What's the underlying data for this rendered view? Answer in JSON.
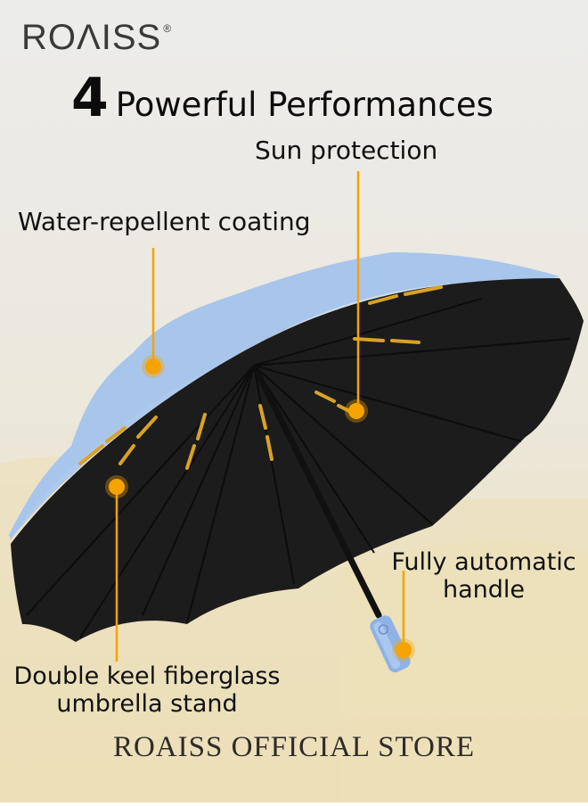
{
  "brand": {
    "logo": "ROΛISS",
    "registered_mark": "®"
  },
  "headline": {
    "number": "4",
    "text": "Powerful Performances"
  },
  "features": [
    {
      "id": "sun",
      "label": "Sun protection"
    },
    {
      "id": "water",
      "label": "Water-repellent coating"
    },
    {
      "id": "handle",
      "label_line1": "Fully automatic",
      "label_line2": "handle"
    },
    {
      "id": "keel",
      "label_line1": "Double keel fiberglass",
      "label_line2": "umbrella stand"
    }
  ],
  "footer": {
    "store_name": "ROAISS OFFICIAL STORE"
  },
  "colors": {
    "accent_orange": "#f5a300",
    "canopy_blue": "#a9c6ec",
    "canopy_inner": "#1c1c1c",
    "bg_top": "#ececea",
    "bg_bottom": "#ede0b8"
  }
}
